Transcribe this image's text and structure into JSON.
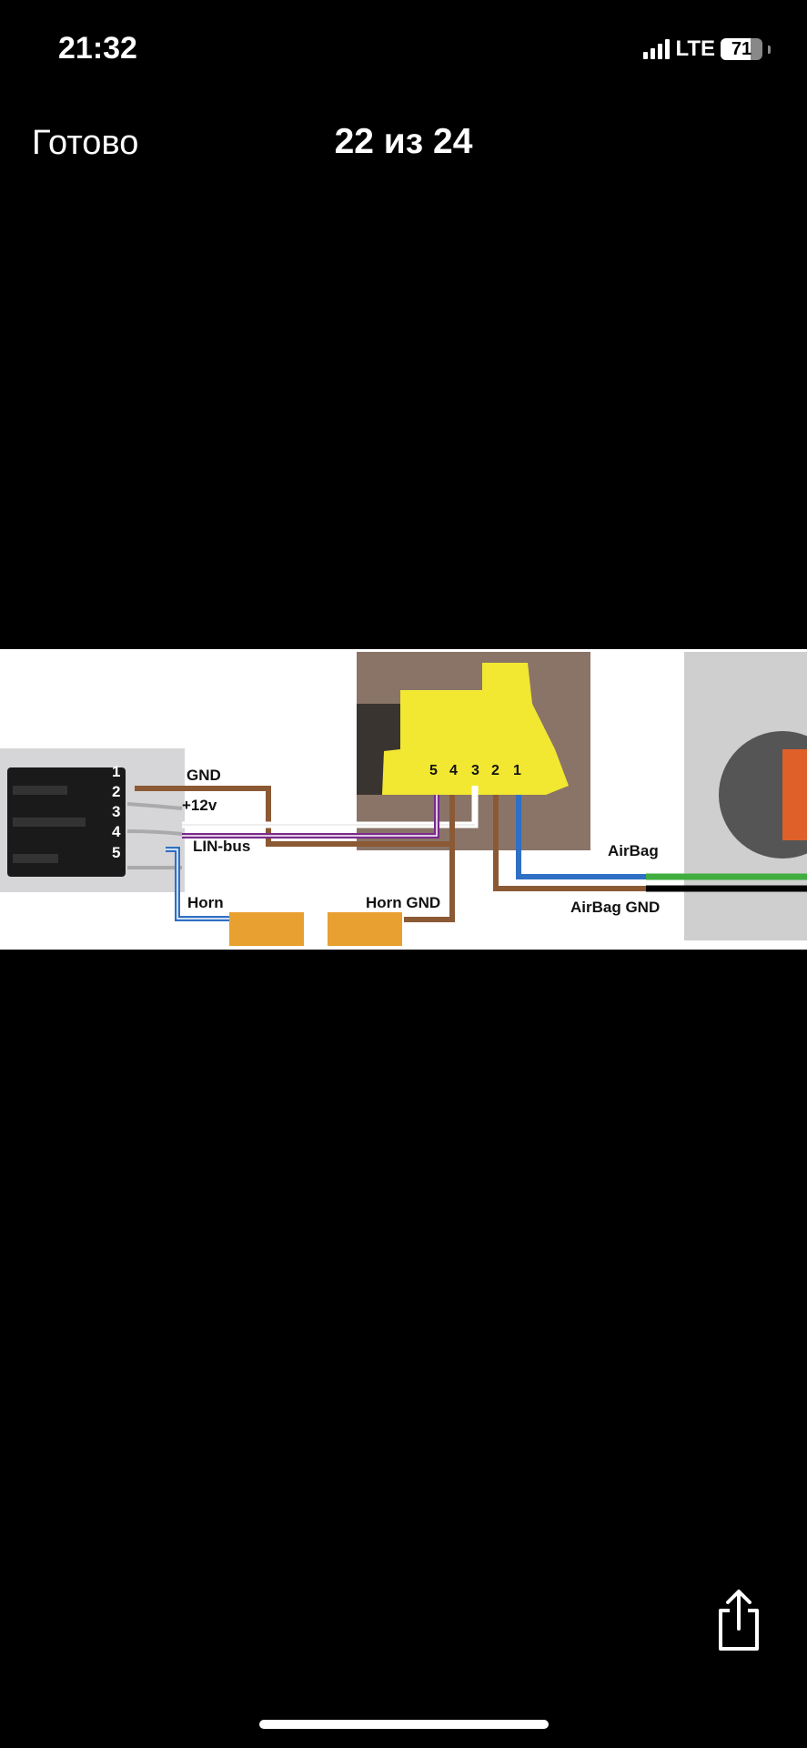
{
  "status_bar": {
    "time": "21:32",
    "network": "LTE",
    "battery": "71",
    "battery_level": 71,
    "signal_bars": 4
  },
  "nav": {
    "done_label": "Готово",
    "counter": "22 из 24"
  },
  "diagram": {
    "left_pins": [
      "1",
      "2",
      "3",
      "4",
      "5"
    ],
    "right_pins": [
      "5",
      "4",
      "3",
      "2",
      "1"
    ],
    "labels": {
      "gnd": "GND",
      "v12": "+12v",
      "lin": "LIN-bus",
      "horn": "Horn",
      "horn_gnd": "Horn GND",
      "airbag": "AirBag",
      "airbag_gnd": "AirBag GND"
    },
    "colors": {
      "brown": "#8b5a35",
      "purple": "#7a2a8c",
      "blue": "#2f6fc4",
      "green": "#3fae3f",
      "orange": "#e8a030",
      "yellow": "#f2e832"
    }
  },
  "toolbar": {
    "share_icon": "share-icon"
  }
}
